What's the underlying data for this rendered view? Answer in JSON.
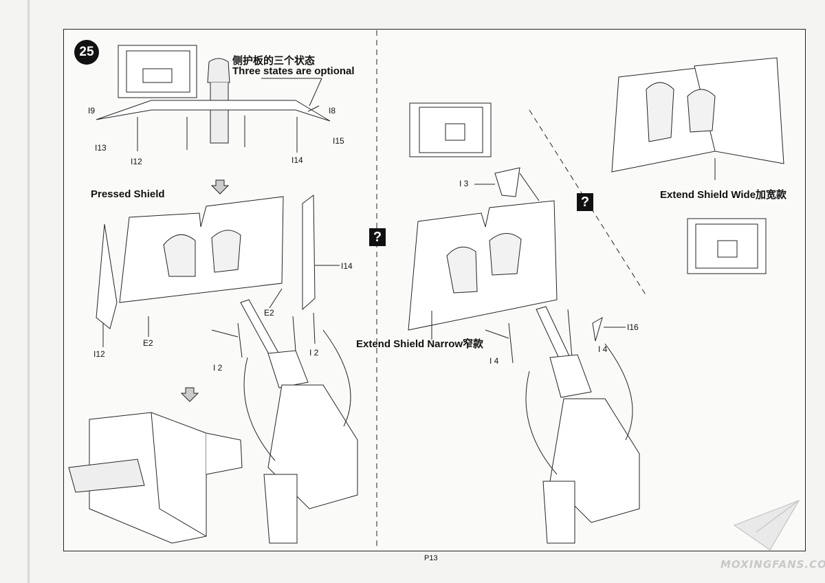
{
  "step_number": "25",
  "note": {
    "cn": "侧护板的三个状态",
    "en": "Three states are optional"
  },
  "parts": {
    "I9": "I9",
    "I8": "I8",
    "I13": "I13",
    "I15": "I15",
    "I12_top": "I12",
    "I14_top": "I14",
    "I14_left": "I14",
    "E2_a": "E2",
    "E2_b": "E2",
    "I12_left": "I12",
    "I2_a": "I 2",
    "I2_b": "I 2",
    "I3": "I 3",
    "I4_a": "I 4",
    "I4_b": "I 4",
    "I16": "I16"
  },
  "captions": {
    "pressed": "Pressed Shield",
    "narrow": "Extend Shield Narrow窄款",
    "wide": "Extend Shield Wide加宽款"
  },
  "question_mark": "?",
  "page_number": "P13",
  "watermark": "MOXINGFANS.COM"
}
